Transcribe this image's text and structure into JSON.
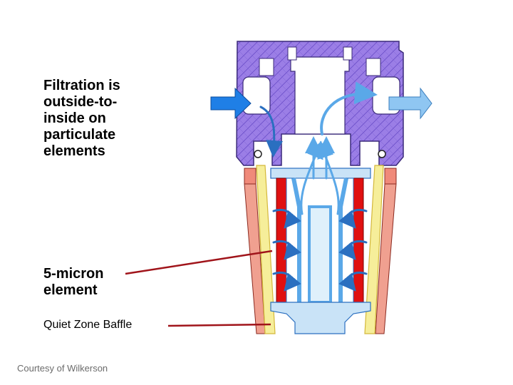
{
  "labels": {
    "filtration_line1": "Filtration is",
    "filtration_line2": "outside-to-",
    "filtration_line3": "inside on",
    "filtration_line4": "particulate",
    "filtration_line5": "elements",
    "micron_line1": "5-micron",
    "micron_line2": "element",
    "baffle": "Quiet Zone Baffle"
  },
  "credit": "Courtesy of Wilkerson",
  "colors": {
    "housing": "#9b7ee6",
    "housing_dark": "#6c4fc9",
    "flow_in": "#1f7fe6",
    "flow_out": "#8fc6f2",
    "flow_internal": "#5aa8e8",
    "element_red": "#e01010",
    "bowl_yellow": "#f6ee9a",
    "bowl_edge": "#d4b83b",
    "pink_seal": "#f08a7a",
    "leader_line": "#a0141a"
  }
}
